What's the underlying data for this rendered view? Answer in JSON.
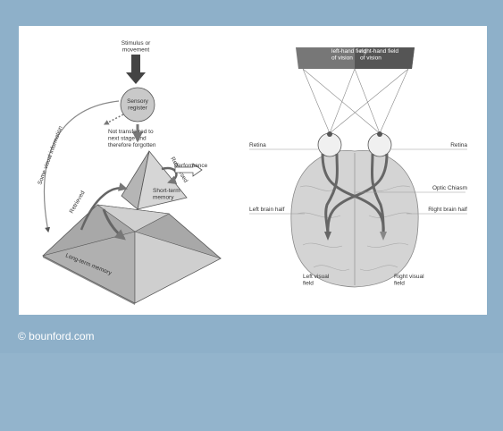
{
  "memory_diagram": {
    "stimulus": "Stimulus or movement",
    "sensory_register": "Sensory register",
    "not_transferred": "Not transferred to next stage and therefore forgotten",
    "some_visual_information": "Some visual information",
    "rehearsed_top": "Rehearsed",
    "rehearsed_left": "Retrieved",
    "performance": "Performance",
    "short_term_memory": "Short-term memory",
    "long_term_memory": "Long-term memory"
  },
  "vision_diagram": {
    "left_field": "left-hand field of vision",
    "right_field": "right-hand field of vision",
    "retina_left": "Retina",
    "retina_right": "Retina",
    "optic_chiasm": "Optic Chiasm",
    "left_brain_half": "Left brain half",
    "right_brain_half": "Right brain half",
    "left_visual_field": "Left visual field",
    "right_visual_field": "Right visual field"
  },
  "credit": "© bounford.com"
}
